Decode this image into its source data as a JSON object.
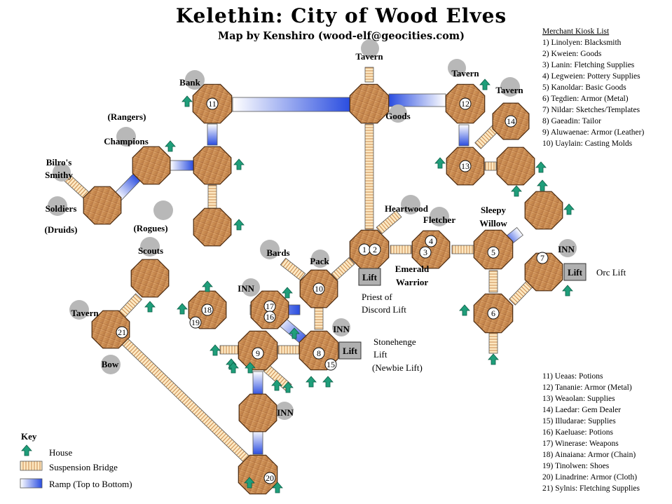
{
  "title": "Kelethin: City of Wood Elves",
  "subtitle": "Map by Kenshiro (wood-elf@geocities.com)",
  "platform_labels": {
    "p1": "1",
    "p2": "2",
    "p3": "3",
    "p4": "4",
    "p5": "5",
    "p6": "6",
    "p7": "7",
    "p8": "8",
    "p9": "9",
    "p10": "10",
    "p11": "11",
    "p12": "12",
    "p13": "13",
    "p14": "14",
    "p15": "15",
    "p16": "16",
    "p17": "17",
    "p18": "18",
    "p19": "19",
    "p20": "20",
    "p21": "21"
  },
  "place_labels": {
    "tavern_top": "Tavern",
    "tavern_12": "Tavern",
    "tavern_14": "Tavern",
    "tavern_21": "Tavern",
    "bank": "Bank",
    "goods": "Goods",
    "rangers": "(Rangers)",
    "champions": "Champions",
    "bilros_1": "Bilro's",
    "bilros_2": "Smithy",
    "soldiers": "Soldiers",
    "druids": "(Druids)",
    "rogues": "(Rogues)",
    "heartwood": "Heartwood",
    "fletcher": "Fletcher",
    "sleepy_1": "Sleepy",
    "sleepy_2": "Willow",
    "bards": "Bards",
    "pack": "Pack",
    "emerald_1": "Emerald",
    "emerald_2": "Warrior",
    "priest_1": "Priest of",
    "priest_2": "Discord Lift",
    "inn_7": "INN",
    "orc_lift": "Orc Lift",
    "scouts": "Scouts",
    "inn_17": "INN",
    "inn_8": "INN",
    "stonehenge_1": "Stonehenge",
    "stonehenge_2": "Lift",
    "stonehenge_3": "(Newbie Lift)",
    "bow": "Bow",
    "inn_lower": "INN",
    "lift": "Lift"
  },
  "merchant_list": {
    "heading": "Merchant Kiosk List",
    "items": [
      "1) Linolyen: Blacksmith",
      "2) Kweien: Goods",
      "3) Lanin: Fletching Supplies",
      "4) Legweien: Pottery Supplies",
      "5) Kanoldar: Basic Goods",
      "6) Tegdien: Armor (Metal)",
      "7) Nildar: Sketches/Templates",
      "8) Gaeadin: Tailor",
      "9) Aluwaenae: Armor (Leather)",
      "10) Uaylain: Casting Molds"
    ],
    "items2": [
      "11) Ueaas: Potions",
      "12) Tananie: Armor (Metal)",
      "13) Weaolan: Supplies",
      "14) Laedar: Gem Dealer",
      "15) Illudarae: Supplies",
      "16) Kaeluase: Potions",
      "17) Winerase: Weapons",
      "18) Ainaiana: Armor (Chain)",
      "19) Tinolwen: Shoes",
      "20) Linadrine: Armor (Cloth)",
      "21) Sylnis: Fletching Supplies"
    ]
  },
  "key": {
    "heading": "Key",
    "house": "House",
    "bridge": "Suspension Bridge",
    "ramp": "Ramp (Top to Bottom)"
  },
  "colors": {
    "wood": "#c98a4e",
    "house": "#1f9e7a",
    "npc": "#b8b8b8",
    "ramp": "#3b5bdb",
    "lift_box": "#b0b0b0"
  }
}
